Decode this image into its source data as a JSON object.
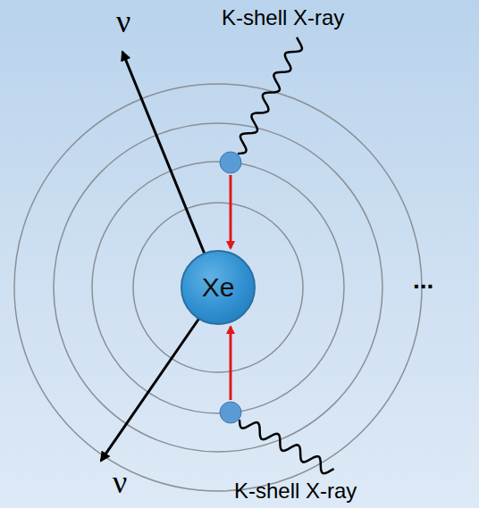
{
  "diagram": {
    "nodes": [
      {
        "text": [
          "Xe"
        ]
      }
    ],
    "labels": [
      "ν",
      "K-shell X-ray",
      "...",
      "ν",
      "K-shell X-ray"
    ]
  }
}
